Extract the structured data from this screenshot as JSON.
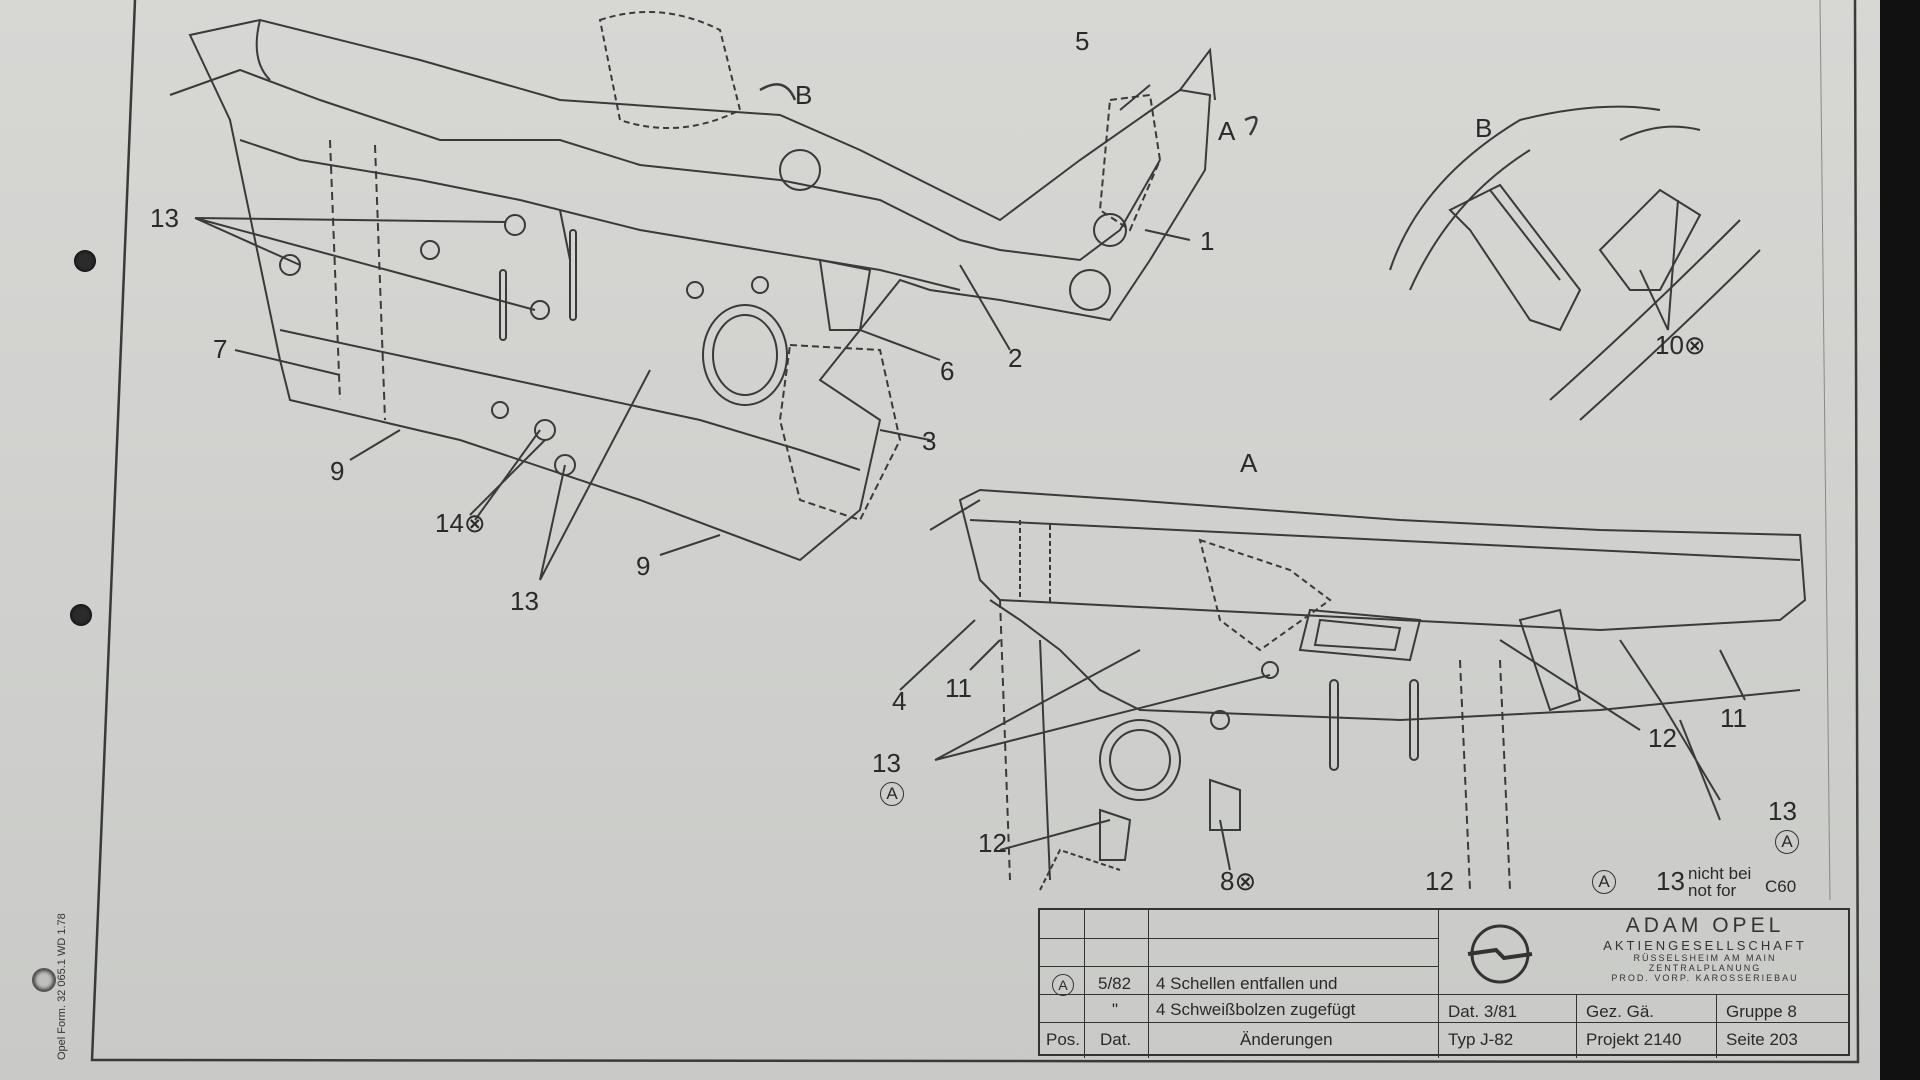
{
  "views": {
    "view_b_label": "B",
    "view_a_label": "A",
    "arrow_b_label": "B",
    "arrow_a_label": "A"
  },
  "callouts": {
    "c1": "1",
    "c2": "2",
    "c3": "3",
    "c4": "4",
    "c5": "5",
    "c6": "6",
    "c7": "7",
    "c8": "8⊗",
    "c9a": "9",
    "c9b": "9",
    "c10": "10⊗",
    "c11a": "11",
    "c11b": "11",
    "c12a": "12",
    "c12b": "12",
    "c12c": "12",
    "c13a": "13",
    "c13b": "13",
    "c13c": "13",
    "c13d": "13",
    "c13e": "13",
    "c14": "14⊗",
    "circle_a": "A"
  },
  "note": {
    "prefix": "13",
    "line1": "nicht bei",
    "line2": "not for",
    "model": "C60"
  },
  "side_text": "Opel Form. 32 065.1  WD  1.78",
  "title_block": {
    "rev_pos": "A",
    "rev_date": "5/82",
    "rev_text1": "4 Schellen entfallen und",
    "rev_ditto": "\"",
    "rev_text2": "4 Schweißbolzen zugefügt",
    "hdr_pos": "Pos.",
    "hdr_dat": "Dat.",
    "hdr_changes": "Änderungen",
    "company_line1": "ADAM OPEL",
    "company_line2": "AKTIENGESELLSCHAFT",
    "company_line3": "RÜSSELSHEIM AM MAIN",
    "company_line4": "ZENTRALPLANUNG",
    "company_line5": "PROD. VORP. KAROSSERIEBAU",
    "dat": "Dat. 3/81",
    "gez": "Gez. Gä.",
    "gruppe": "Gruppe 8",
    "typ": "Typ  J-82",
    "projekt": "Projekt 2140",
    "seite": "Seite 203"
  }
}
